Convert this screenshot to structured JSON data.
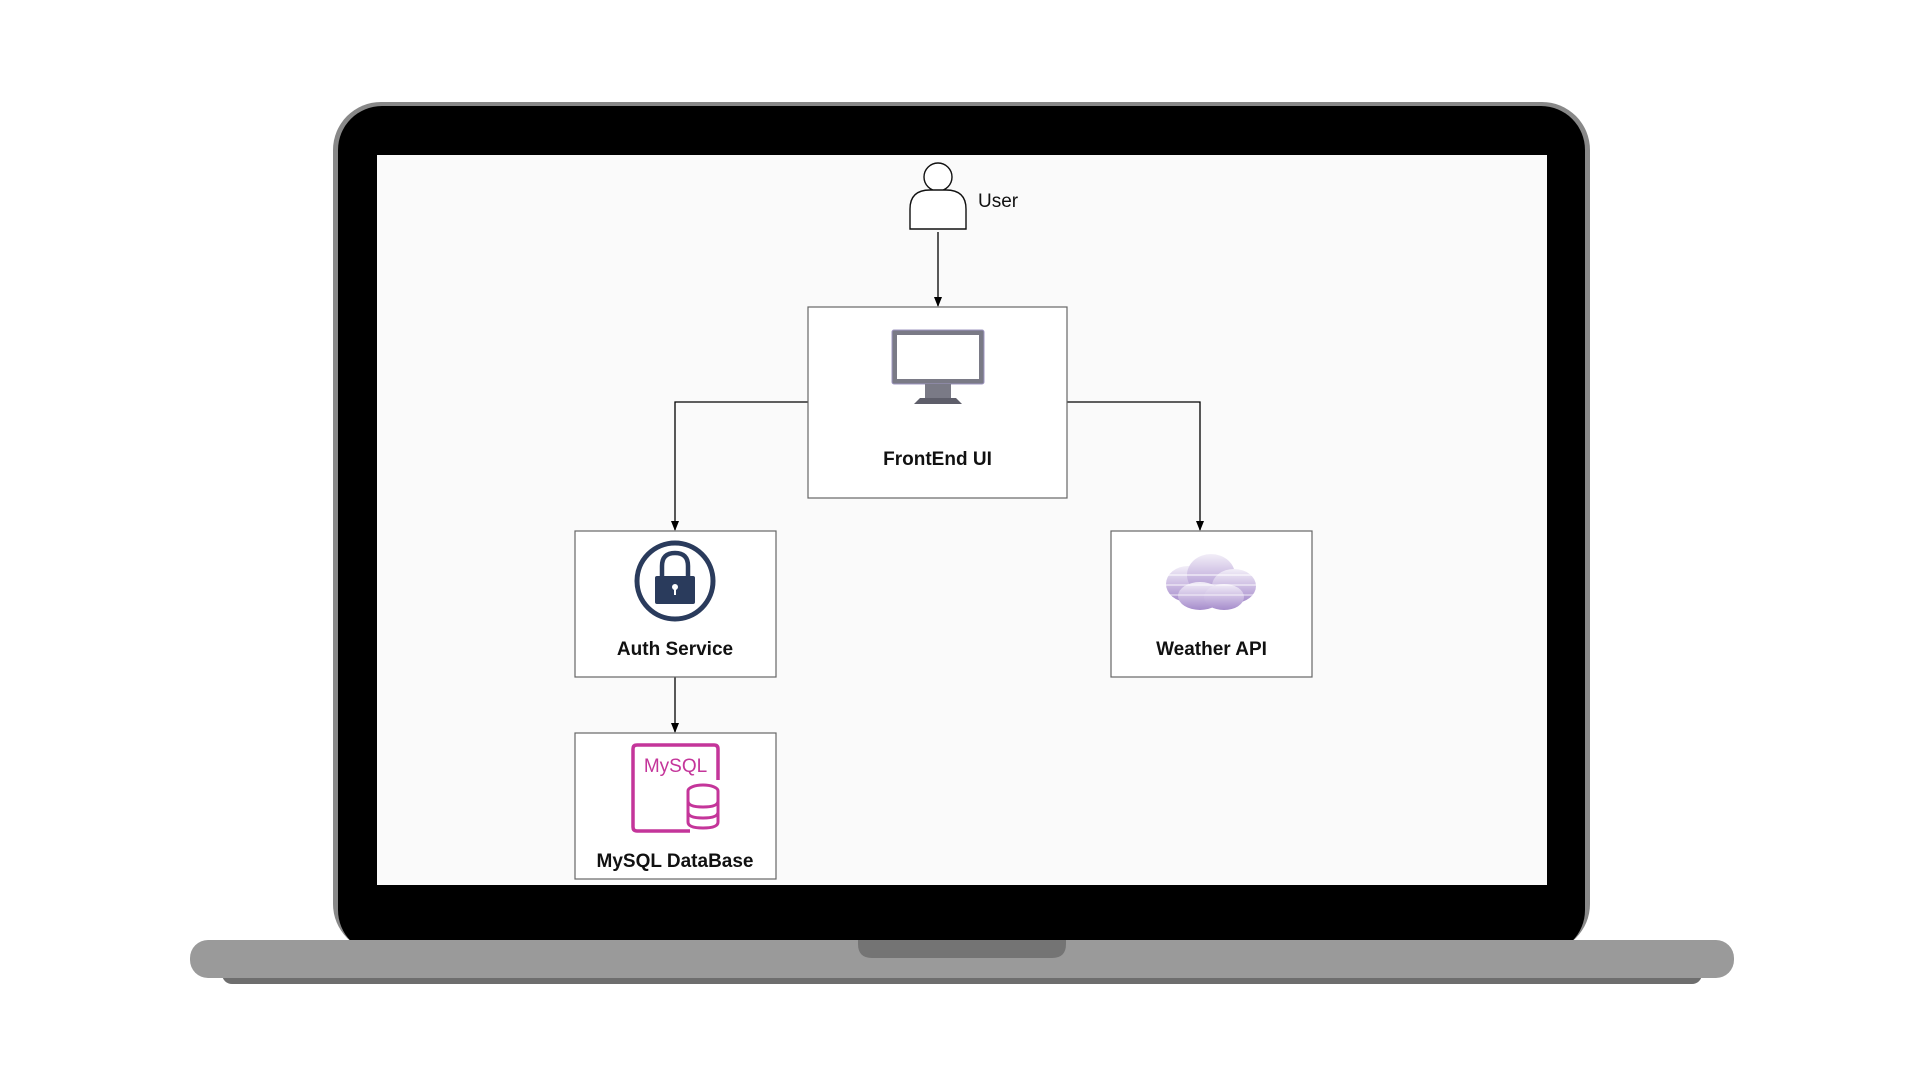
{
  "nodes": {
    "user": {
      "label": "User",
      "icon": "user-icon"
    },
    "frontend": {
      "label": "FrontEnd UI",
      "icon": "monitor-icon"
    },
    "auth": {
      "label": "Auth Service",
      "icon": "lock-icon"
    },
    "weather": {
      "label": "Weather API",
      "icon": "cloud-icon"
    },
    "mysql": {
      "label": "MySQL DataBase",
      "icon": "mysql-database-icon",
      "icon_text": "MySQL"
    }
  },
  "edges": [
    {
      "from": "user",
      "to": "frontend"
    },
    {
      "from": "frontend",
      "to": "auth"
    },
    {
      "from": "frontend",
      "to": "weather"
    },
    {
      "from": "auth",
      "to": "mysql"
    }
  ],
  "colors": {
    "screen_bg": "#fafafa",
    "bezel": "#000000",
    "laptop_base": "#9a9a9a",
    "mysql_magenta": "#c4359a",
    "lock_navy": "#2a3b5c",
    "cloud_lavender": "#b9a6d6"
  }
}
